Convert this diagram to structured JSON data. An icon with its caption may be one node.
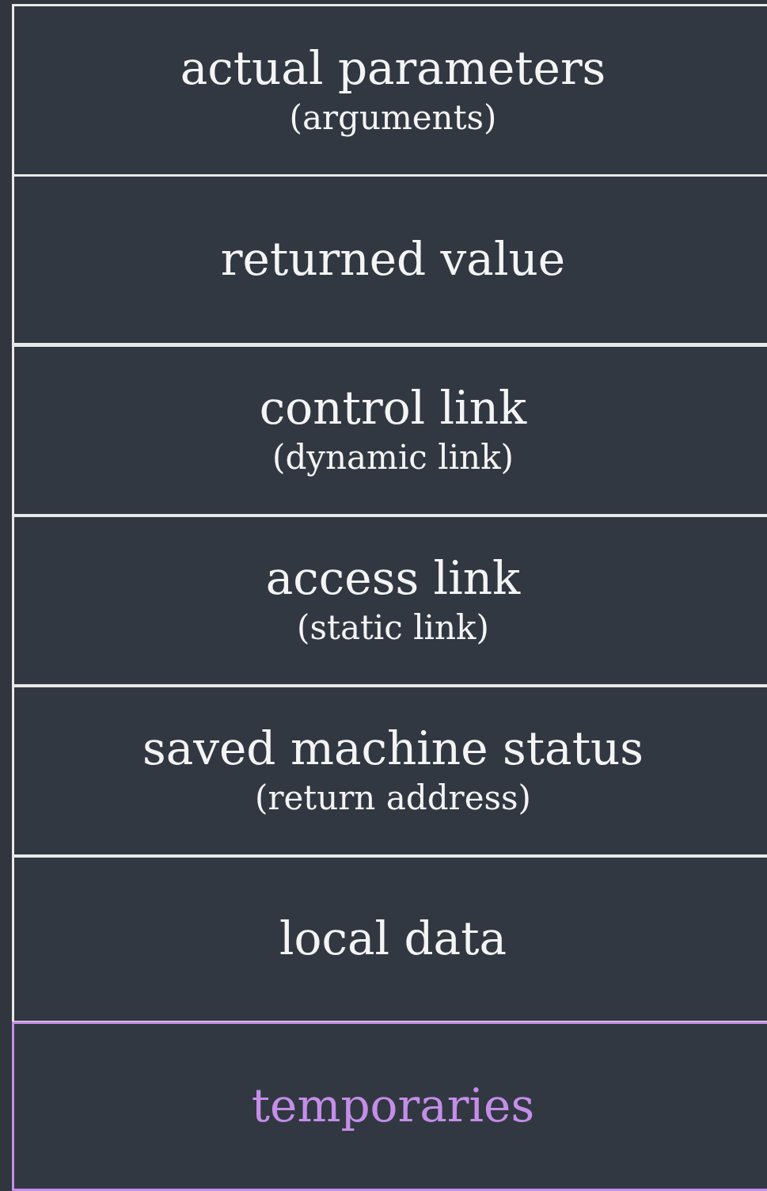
{
  "diagram": {
    "nodes": [
      {
        "text": [
          "actual parameters",
          "(arguments)"
        ]
      },
      {
        "text": [
          "returned value"
        ]
      },
      {
        "text": [
          "control link",
          "(dynamic link)"
        ]
      },
      {
        "text": [
          "access link",
          "(static link)"
        ]
      },
      {
        "text": [
          "saved machine status",
          "(return address)"
        ]
      },
      {
        "text": [
          "local data"
        ]
      },
      {
        "text": [
          "temporaries"
        ]
      }
    ]
  }
}
